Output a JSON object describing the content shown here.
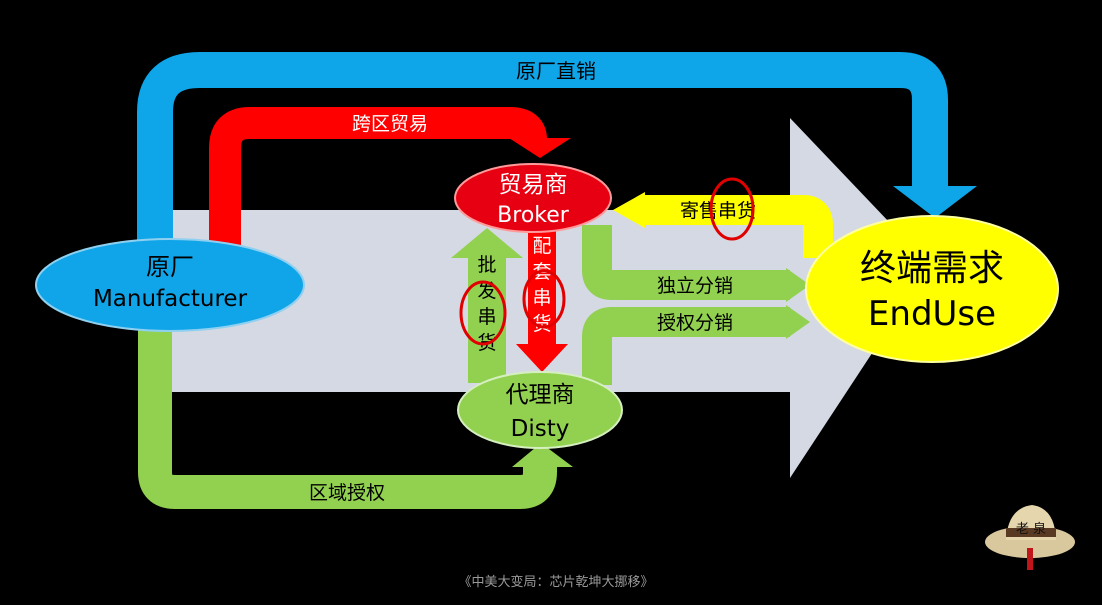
{
  "diagram": {
    "nodes": {
      "manufacturer": {
        "cn": "原厂",
        "en": "Manufacturer"
      },
      "broker": {
        "cn": "贸易商",
        "en": "Broker"
      },
      "disty": {
        "cn": "代理商",
        "en": "Disty"
      },
      "enduse": {
        "cn": "终端需求",
        "en": "EndUse"
      }
    },
    "flows": {
      "direct_sales": "原厂直销",
      "cross_region_trade": "跨区贸易",
      "consignment_diversion": "寄售串货",
      "independent_distribution": "独立分销",
      "authorized_distribution": "授权分销",
      "regional_authorization": "区域授权",
      "wholesale_diversion": [
        "批",
        "发",
        "串",
        "货"
      ],
      "kitting_diversion": [
        "配",
        "套",
        "串",
        "货"
      ]
    },
    "colors": {
      "background": "#000000",
      "blue_flow": "#0ea5e9",
      "red_flow": "#ff0000",
      "green_flow": "#92d050",
      "yellow_flow": "#ffff00",
      "big_arrow": "#d5d9e4",
      "highlight_circle": "#e00000"
    }
  },
  "caption": "《中美大变局：芯片乾坤大挪移》",
  "watermark": {
    "text": "老 泉",
    "icon": "straw-hat-icon"
  }
}
